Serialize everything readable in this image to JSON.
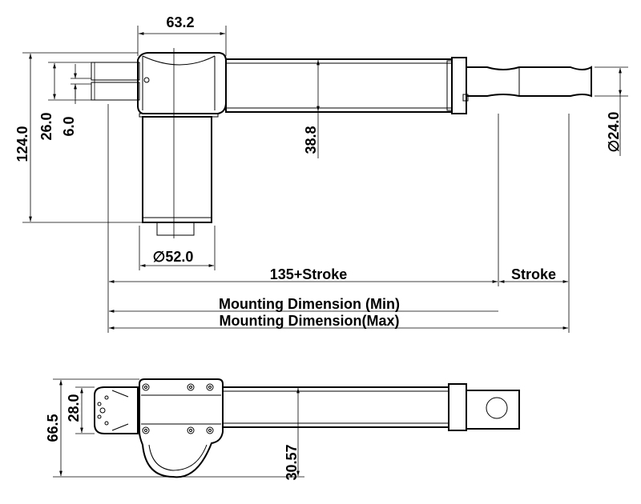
{
  "labels": {
    "width_63_2": "63.2",
    "height_124": "124.0",
    "height_26": "26.0",
    "height_6": "6.0",
    "height_38_8": "38.8",
    "dia_24": "24.0",
    "dia_52": "52.0",
    "dia_symbol": "∅",
    "base_stroke": "135+Stroke",
    "stroke": "Stroke",
    "mount_min": "Mounting Dimension (Min)",
    "mount_max": "Mounting Dimension(Max)",
    "height_66_5": "66.5",
    "height_28": "28.0",
    "height_30_57": "30.57"
  }
}
